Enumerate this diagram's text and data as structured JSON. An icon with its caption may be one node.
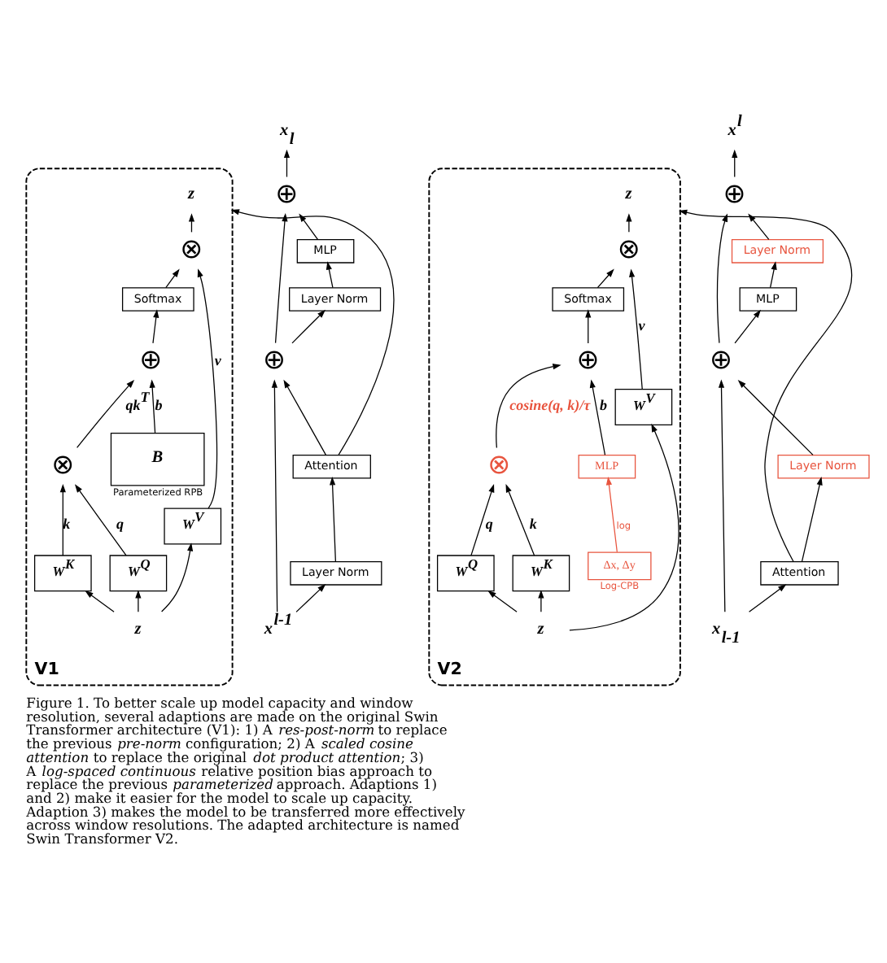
{
  "diagram": {
    "caption": "Figure 1. To better scale up model capacity and window resolution, several adaptions are made on the original Swin Transformer architecture (V1): 1) A *res-post-norm* to replace the previous *pre-norm* configuration; 2) A *scaled cosine attention* to replace the original *dot product attention*; 3) A *log-spaced continuous* relative position bias approach to replace the previous *parameterized* approach. Adaptions 1) and 2) make it easier for the model to scale up capacity. Adaption 3) makes the model to be transferred more effectively across window resolutions. The adapted architecture is named Swin Transformer V2.",
    "nodes": [
      {
        "text": [
          "V1"
        ]
      },
      {
        "text": [
          "z"
        ],
        "in": 0
      },
      {
        "text": [
          "⊗"
        ],
        "in": 0
      },
      {
        "text": [
          "Softmax"
        ],
        "in": 0
      },
      {
        "text": [
          "⊕"
        ],
        "in": 0
      },
      {
        "text": [
          "B"
        ],
        "in": 0,
        "beside": [
          "Parameterized RPB"
        ]
      },
      {
        "text": [
          "⊗"
        ],
        "in": 0
      },
      {
        "text": [
          "W$^{Q}$"
        ],
        "in": 0
      },
      {
        "text": [
          "W$^{K}$"
        ],
        "in": 0
      },
      {
        "text": [
          "W$^{V}$"
        ],
        "in": 0
      },
      {
        "text": [
          "z"
        ],
        "in": 0
      },
      {
        "text": [
          "x$_{l}$"
        ]
      },
      {
        "text": [
          "⊕"
        ]
      },
      {
        "text": [
          "MLP"
        ]
      },
      {
        "text": [
          "Layer Norm"
        ]
      },
      {
        "text": [
          "⊕"
        ]
      },
      {
        "text": [
          "Attention"
        ]
      },
      {
        "text": [
          "Layer Norm"
        ]
      },
      {
        "text": [
          "x$^{l-1}$"
        ]
      },
      {
        "text": [
          "V2"
        ]
      },
      {
        "text": [
          "z"
        ],
        "in": 19
      },
      {
        "text": [
          "⊗"
        ],
        "in": 19
      },
      {
        "text": [
          "Softmax"
        ],
        "in": 19
      },
      {
        "text": [
          "⊕"
        ],
        "in": 19
      },
      {
        "text": [
          "MLP"
        ],
        "in": 19
      },
      {
        "text": [
          "Δx, Δy"
        ],
        "in": 19,
        "beside": [
          "Log-CPB"
        ]
      },
      {
        "text": [
          "⊗"
        ],
        "in": 19
      },
      {
        "text": [
          "W$^{Q}$"
        ],
        "in": 19
      },
      {
        "text": [
          "W$^{K}$"
        ],
        "in": 19
      },
      {
        "text": [
          "W$^{V}$"
        ],
        "in": 19
      },
      {
        "text": [
          "z"
        ],
        "in": 19
      },
      {
        "text": [
          "x$^{l}$"
        ]
      },
      {
        "text": [
          "⊕"
        ]
      },
      {
        "text": [
          "Layer Norm"
        ]
      },
      {
        "text": [
          "MLP"
        ]
      },
      {
        "text": [
          "⊕"
        ]
      },
      {
        "text": [
          "Layer Norm"
        ]
      },
      {
        "text": [
          "Attention"
        ]
      },
      {
        "text": [
          "x$_{l-1}$"
        ]
      }
    ],
    "edges": [
      {
        "from": 2,
        "to": 1,
        "arrow": "to"
      },
      {
        "from": 3,
        "to": 2,
        "arrow": "to"
      },
      {
        "from": 9,
        "to": 2,
        "arrow": "to",
        "label": "v"
      },
      {
        "from": 4,
        "to": 3,
        "arrow": "to"
      },
      {
        "from": 5,
        "to": 4,
        "arrow": "to",
        "label": "b"
      },
      {
        "from": 6,
        "to": 4,
        "arrow": "to",
        "label": "qk$^{T}$"
      },
      {
        "from": 7,
        "to": 6,
        "arrow": "to",
        "label": "q"
      },
      {
        "from": 8,
        "to": 6,
        "arrow": "to",
        "label": "k"
      },
      {
        "from": 10,
        "to": 7,
        "arrow": "to"
      },
      {
        "from": 10,
        "to": 8,
        "arrow": "to"
      },
      {
        "from": 10,
        "to": 9,
        "arrow": "to"
      },
      {
        "from": 16,
        "to": 0,
        "arrow": "to"
      },
      {
        "from": 18,
        "to": 17,
        "arrow": "to"
      },
      {
        "from": 17,
        "to": 16,
        "arrow": "to"
      },
      {
        "from": 16,
        "to": 15,
        "arrow": "to"
      },
      {
        "from": 15,
        "to": 14,
        "arrow": "to"
      },
      {
        "from": 14,
        "to": 13,
        "arrow": "to"
      },
      {
        "from": 13,
        "to": 12,
        "arrow": "to"
      },
      {
        "from": 12,
        "to": 11,
        "arrow": "to"
      },
      {
        "from": 18,
        "to": 15,
        "arrow": "to"
      },
      {
        "from": 15,
        "to": 12,
        "arrow": "to"
      },
      {
        "from": 21,
        "to": 20,
        "arrow": "to"
      },
      {
        "from": 22,
        "to": 21,
        "arrow": "to"
      },
      {
        "from": 29,
        "to": 21,
        "arrow": "to",
        "label": "v"
      },
      {
        "from": 23,
        "to": 22,
        "arrow": "to"
      },
      {
        "from": 24,
        "to": 23,
        "arrow": "to",
        "label": "b"
      },
      {
        "from": 26,
        "to": 23,
        "arrow": "to",
        "label": "cosine(q, k)/τ"
      },
      {
        "from": 27,
        "to": 26,
        "arrow": "to",
        "label": "q"
      },
      {
        "from": 28,
        "to": 26,
        "arrow": "to",
        "label": "k"
      },
      {
        "from": 25,
        "to": 24,
        "arrow": "to",
        "label": "log",
        "color": "#e8553f"
      },
      {
        "from": 30,
        "to": 27,
        "arrow": "to"
      },
      {
        "from": 30,
        "to": 28,
        "arrow": "to"
      },
      {
        "from": 30,
        "to": 29,
        "arrow": "to"
      },
      {
        "from": 37,
        "to": 19,
        "arrow": "to"
      },
      {
        "from": 38,
        "to": 37,
        "arrow": "to"
      },
      {
        "from": 37,
        "to": 36,
        "arrow": "to"
      },
      {
        "from": 36,
        "to": 35,
        "arrow": "to"
      },
      {
        "from": 35,
        "to": 34,
        "arrow": "to"
      },
      {
        "from": 34,
        "to": 33,
        "arrow": "to"
      },
      {
        "from": 33,
        "to": 32,
        "arrow": "to"
      },
      {
        "from": 32,
        "to": 31,
        "arrow": "to"
      },
      {
        "from": 38,
        "to": 35,
        "arrow": "to"
      },
      {
        "from": 35,
        "to": 32,
        "arrow": "to"
      }
    ]
  }
}
